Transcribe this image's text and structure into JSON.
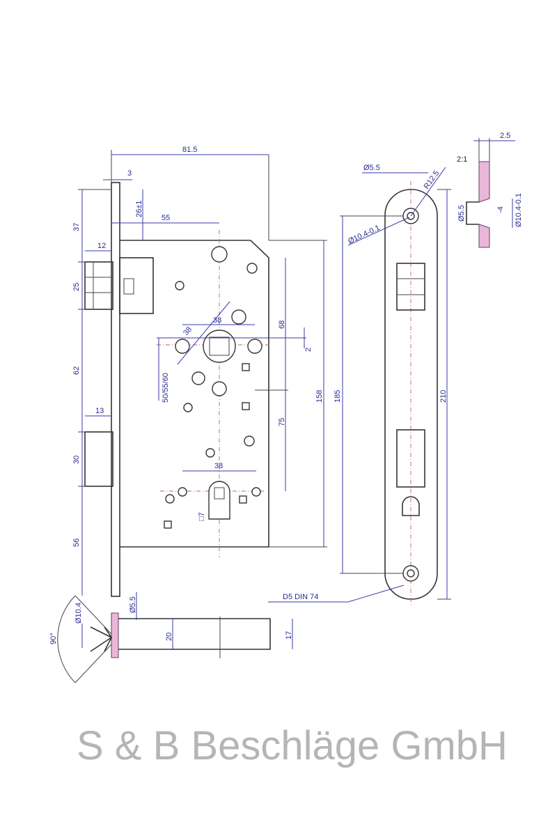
{
  "drawing": {
    "dims": {
      "width_815": "81.5",
      "plate_3": "3",
      "d26": "26±1",
      "d37": "37",
      "d55": "55",
      "d12": "12",
      "d25": "25",
      "d38_top": "38",
      "d38_diag": "38",
      "d68": "68",
      "d2": "2",
      "d62": "62",
      "backset": "50/55/60",
      "d158": "158",
      "d13": "13",
      "d75": "75",
      "d30": "30",
      "d38_bottom": "38",
      "d7": "□7",
      "d56": "56",
      "dia104_side": "Ø10.4",
      "dia55_side": "Ø5.5",
      "angle90": "90°",
      "d20": "20",
      "d17": "17",
      "dia55_plate": "Ø5.5",
      "r125": "R12.5",
      "dia104_plate": "Ø10.4-0.1",
      "d185": "185",
      "d210": "210",
      "screw_note": "D5 DIN 74",
      "scale": "2:1",
      "d25_detail": "2.5",
      "dia55_detail": "Ø5.5",
      "dia104_detail": "Ø10.4-0.1",
      "minus4": "-4"
    },
    "watermark": "S & B  Beschläge GmbH"
  }
}
